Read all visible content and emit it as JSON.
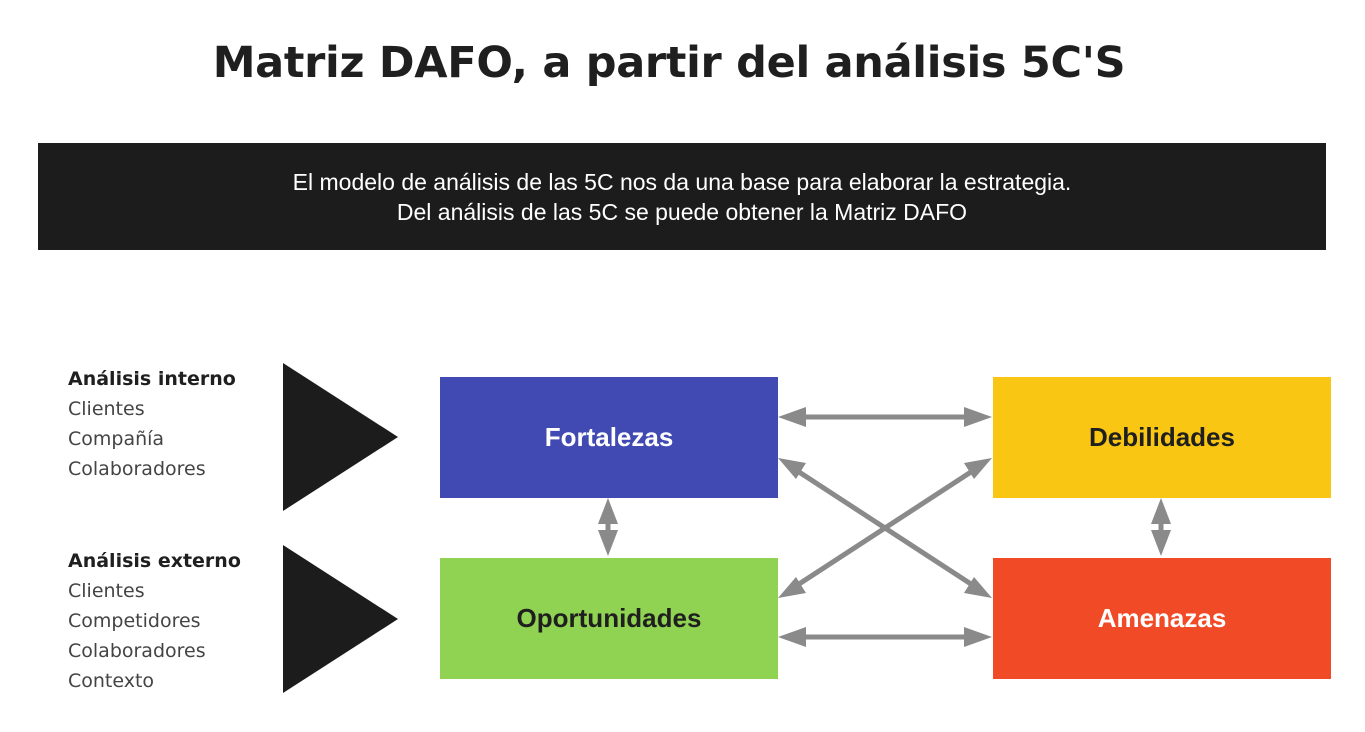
{
  "title": "Matriz DAFO, a partir del análisis 5C'S",
  "banner": {
    "line1": "El modelo de análisis de las 5C nos da una base para elaborar la estrategia.",
    "line2": "Del análisis de las 5C se puede obtener la Matriz DAFO"
  },
  "internal": {
    "heading": "Análisis interno",
    "items": [
      "Clientes",
      "Compañía",
      "Colaboradores"
    ]
  },
  "external": {
    "heading": "Análisis externo",
    "items": [
      "Clientes",
      "Competidores",
      "Colaboradores",
      "Contexto"
    ]
  },
  "boxes": {
    "fortalezas": {
      "label": "Fortalezas",
      "color": "#4149b3",
      "text_color": "#ffffff"
    },
    "debilidades": {
      "label": "Debilidades",
      "color": "#f8c613",
      "text_color": "#1f1f1f"
    },
    "oportunidades": {
      "label": "Oportunidades",
      "color": "#90d251",
      "text_color": "#1f1f1f"
    },
    "amenazas": {
      "label": "Amenazas",
      "color": "#f14a27",
      "text_color": "#ffffff"
    }
  },
  "colors": {
    "arrow": "#8a8a8a",
    "triangle": "#1c1c1c",
    "banner": "#1c1c1c"
  }
}
